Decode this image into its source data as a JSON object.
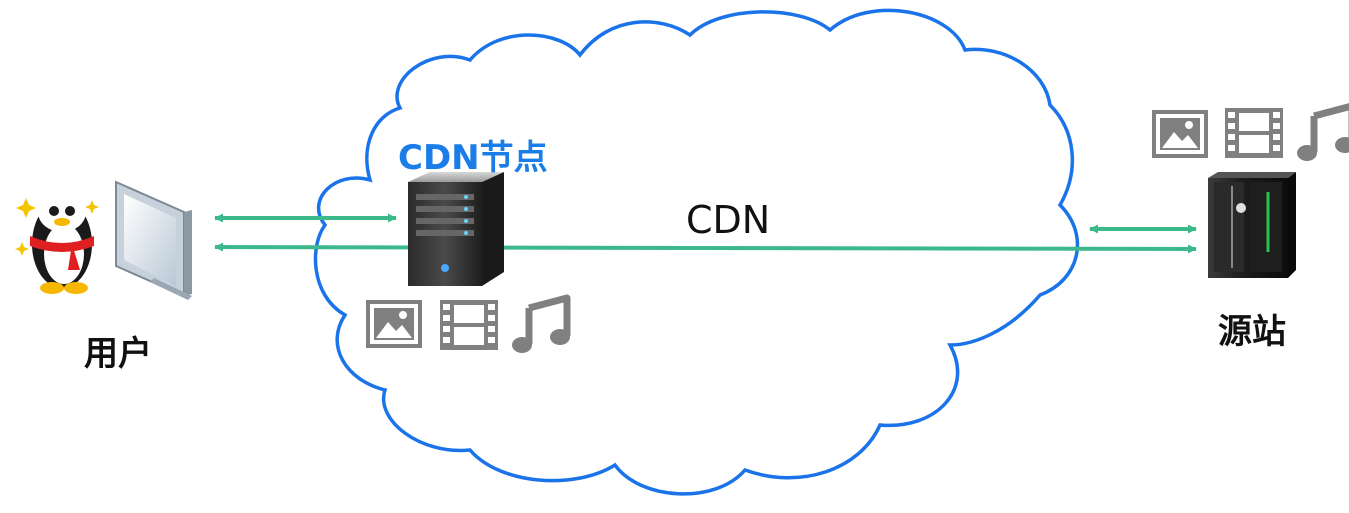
{
  "labels": {
    "cdn_node": "CDN节点",
    "cdn": "CDN",
    "user": "用户",
    "origin": "源站"
  },
  "colors": {
    "cloud_stroke": "#1a73e8",
    "arrow": "#3cb98a",
    "node_label": "#1a7de8",
    "media_icon": "#808080"
  },
  "icons": {
    "user": [
      "penguin-mascot-icon",
      "monitor-icon"
    ],
    "cdn_node": [
      "server-tower-icon"
    ],
    "origin": [
      "server-rack-icon"
    ],
    "media": [
      "image-icon",
      "film-icon",
      "music-note-icon"
    ]
  }
}
